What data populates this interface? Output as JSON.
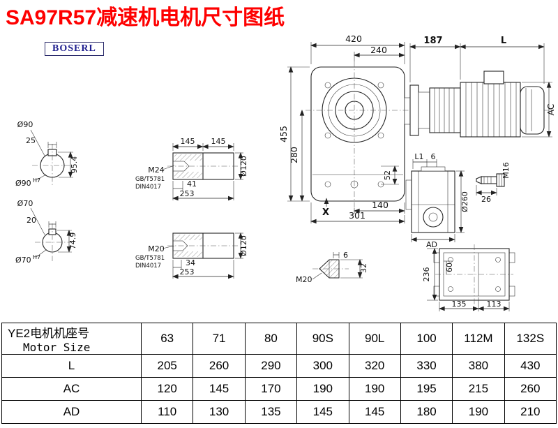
{
  "page": {
    "title": "SA97R57减速机电机尺寸图纸",
    "logo": "BOSERL"
  },
  "drawing": {
    "gearbox": {
      "w420": "420",
      "w240": "240",
      "h455": "455",
      "h280": "280",
      "d52": "52",
      "d140": "140",
      "d301": "301",
      "x_label": "X"
    },
    "motor": {
      "d187": "187",
      "L": "L",
      "AC": "AC"
    },
    "sec90": {
      "dia": "Ø90",
      "key_w": "25",
      "key_h": "95.4",
      "bore": "Ø90",
      "tol": "H7"
    },
    "sec70": {
      "dia": "Ø70",
      "key_w": "20",
      "key_h": "74.9",
      "bore": "Ø70",
      "tol": "H7"
    },
    "shaft_top": {
      "l145a": "145",
      "l145b": "145",
      "dia": "Ø120",
      "thread": "M24",
      "std1": "GB/T5781",
      "std2": "DIN4017",
      "l41": "41",
      "l253": "253"
    },
    "shaft_bot": {
      "dia": "Ø120",
      "thread": "M20",
      "std1": "GB/T5781",
      "std2": "DIN4017",
      "l34": "34",
      "l253": "253"
    },
    "sideview": {
      "L1": "L1",
      "d6": "6",
      "dia260": "Ø260",
      "AD": "AD"
    },
    "bolt": {
      "thread": "M16",
      "l26": "26"
    },
    "plug": {
      "d6": "6",
      "d32": "32",
      "thread": "M20"
    },
    "bottomview": {
      "h236": "236",
      "d60": "60",
      "w135": "135",
      "w113": "113"
    }
  },
  "table": {
    "header": {
      "label_zh": "YE2电机机座号",
      "label_en": "Motor Size",
      "sizes": [
        "63",
        "71",
        "80",
        "90S",
        "90L",
        "100",
        "112M",
        "132S"
      ]
    },
    "rows": [
      {
        "label": "L",
        "values": [
          "205",
          "260",
          "290",
          "300",
          "320",
          "330",
          "380",
          "430"
        ]
      },
      {
        "label": "AC",
        "values": [
          "120",
          "145",
          "170",
          "190",
          "190",
          "195",
          "215",
          "260"
        ]
      },
      {
        "label": "AD",
        "values": [
          "110",
          "130",
          "135",
          "145",
          "145",
          "180",
          "190",
          "210"
        ]
      }
    ]
  }
}
